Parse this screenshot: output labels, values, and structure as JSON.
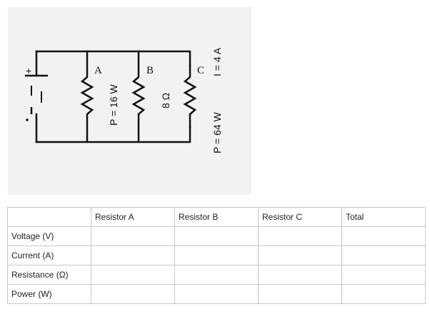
{
  "circuit": {
    "resistor_labels": [
      "A",
      "B",
      "C"
    ],
    "resistor_a_note": "P = 16 W",
    "resistor_b_note": "8 Ω",
    "resistor_c_power": "P = 64 W",
    "resistor_c_current": "I = 4 A"
  },
  "table": {
    "corner": "",
    "columns": [
      "Resistor A",
      "Resistor B",
      "Resistor C",
      "Total"
    ],
    "rows": [
      {
        "label": "Voltage (V)",
        "cells": [
          "",
          "",
          "",
          ""
        ]
      },
      {
        "label": "Current (A)",
        "cells": [
          "",
          "",
          "",
          ""
        ]
      },
      {
        "label": "Resistance (Ω)",
        "cells": [
          "",
          "",
          "",
          ""
        ]
      },
      {
        "label": "Power (W)",
        "cells": [
          "",
          "",
          "",
          ""
        ]
      }
    ]
  }
}
